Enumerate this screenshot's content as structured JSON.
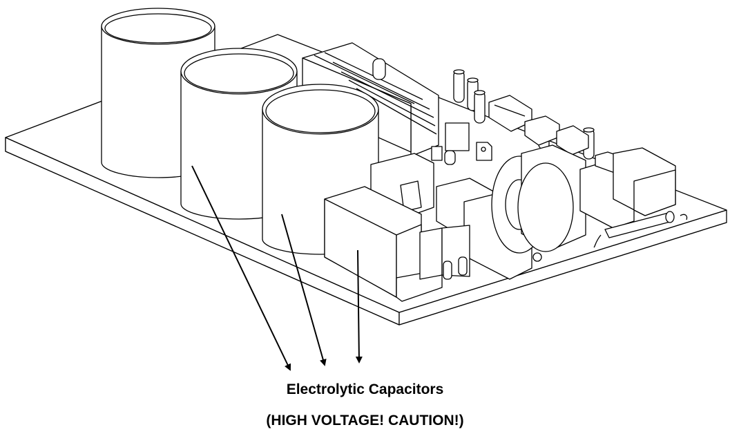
{
  "diagram": {
    "subject": "circuit board with capacitors",
    "caption": "Electrolytic Capacitors",
    "warning": "(HIGH VOLTAGE! CAUTION!)"
  }
}
